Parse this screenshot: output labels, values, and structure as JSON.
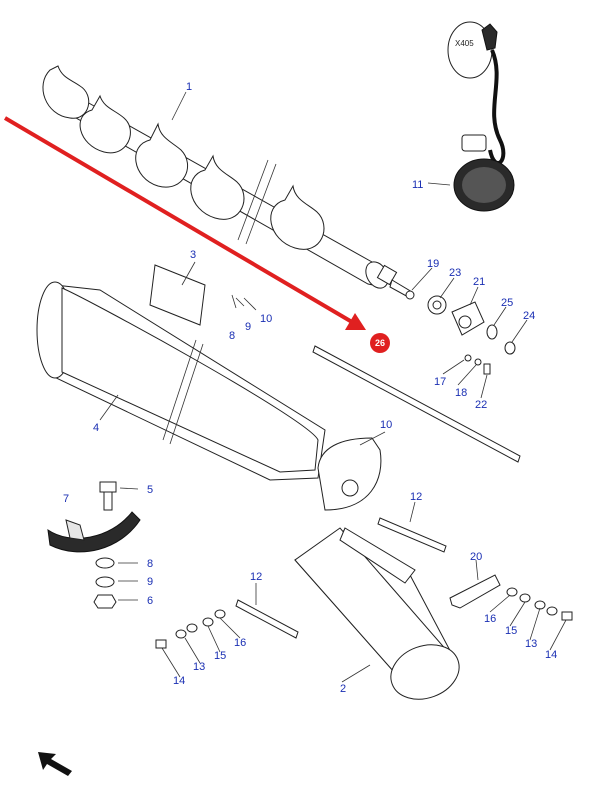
{
  "labels": {
    "p1": "1",
    "p2": "2",
    "p3": "3",
    "p4": "4",
    "p5": "5",
    "p6": "6",
    "p7": "7",
    "p8a": "8",
    "p8b": "8",
    "p9a": "9",
    "p9b": "9",
    "p10a": "10",
    "p10b": "10",
    "p11": "11",
    "p12a": "12",
    "p12b": "12",
    "p13a": "13",
    "p13b": "13",
    "p14a": "14",
    "p14b": "14",
    "p15a": "15",
    "p15b": "15",
    "p16a": "16",
    "p16b": "16",
    "p17": "17",
    "p18": "18",
    "p19": "19",
    "p20": "20",
    "p21": "21",
    "p22": "22",
    "p23": "23",
    "p24": "24",
    "p25": "25"
  },
  "connector_label": "X405",
  "highlight": {
    "label": "26",
    "color": "#e02020"
  },
  "arrow_color": "#e02020",
  "label_color": "#1a2fb3"
}
